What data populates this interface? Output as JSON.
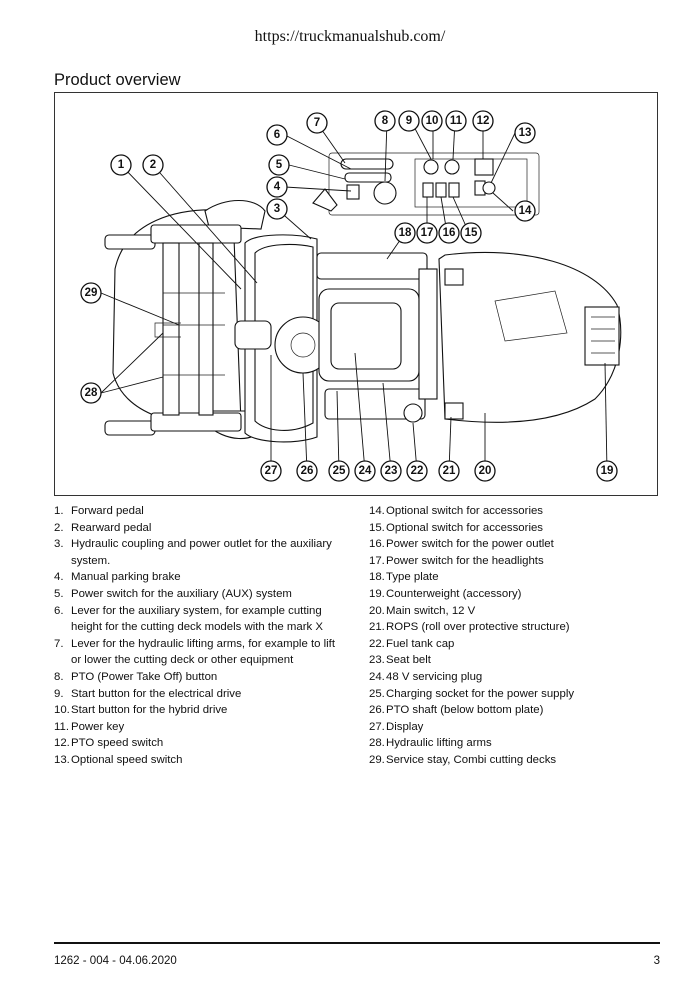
{
  "header": {
    "url": "https://truckmanualshub.com/"
  },
  "section_title": "Product overview",
  "callouts": [
    "1",
    "2",
    "3",
    "4",
    "5",
    "6",
    "7",
    "8",
    "9",
    "10",
    "11",
    "12",
    "13",
    "14",
    "15",
    "16",
    "17",
    "18",
    "19",
    "20",
    "21",
    "22",
    "23",
    "24",
    "25",
    "26",
    "27",
    "28",
    "29"
  ],
  "items_left": [
    {
      "num": "1.",
      "text": "Forward pedal"
    },
    {
      "num": "2.",
      "text": "Rearward pedal"
    },
    {
      "num": "3.",
      "text": "Hydraulic coupling and power outlet for the auxiliary system."
    },
    {
      "num": "4.",
      "text": "Manual parking brake"
    },
    {
      "num": "5.",
      "text": "Power switch for the auxiliary (AUX) system"
    },
    {
      "num": "6.",
      "text": "Lever for the auxiliary system, for example cutting height for the cutting deck models with the mark X"
    },
    {
      "num": "7.",
      "text": "Lever for the hydraulic lifting arms, for example to lift or lower the cutting deck or other equipment"
    },
    {
      "num": "8.",
      "text": "PTO (Power Take Off) button"
    },
    {
      "num": "9.",
      "text": "Start button for the electrical drive"
    },
    {
      "num": "10.",
      "text": "Start button for the hybrid drive"
    },
    {
      "num": "11.",
      "text": "Power key"
    },
    {
      "num": "12.",
      "text": "PTO speed switch"
    },
    {
      "num": "13.",
      "text": "Optional speed switch"
    }
  ],
  "items_right": [
    {
      "num": "14.",
      "text": "Optional switch for accessories"
    },
    {
      "num": "15.",
      "text": "Optional switch for accessories"
    },
    {
      "num": "16.",
      "text": "Power switch for the power outlet"
    },
    {
      "num": "17.",
      "text": "Power switch for the headlights"
    },
    {
      "num": "18.",
      "text": "Type plate"
    },
    {
      "num": "19.",
      "text": "Counterweight (accessory)"
    },
    {
      "num": "20.",
      "text": "Main switch, 12 V"
    },
    {
      "num": "21.",
      "text": "ROPS (roll over protective structure)"
    },
    {
      "num": "22.",
      "text": "Fuel tank cap"
    },
    {
      "num": "23.",
      "text": "Seat belt"
    },
    {
      "num": "24.",
      "text": "48 V servicing plug"
    },
    {
      "num": "25.",
      "text": "Charging socket for the power supply"
    },
    {
      "num": "26.",
      "text": "PTO shaft (below bottom plate)"
    },
    {
      "num": "27.",
      "text": "Display"
    },
    {
      "num": "28.",
      "text": "Hydraulic lifting arms"
    },
    {
      "num": "29.",
      "text": "Service stay, Combi cutting decks"
    }
  ],
  "footer": {
    "doc_code": "1262 - 004 - 04.06.2020",
    "page": "3"
  }
}
